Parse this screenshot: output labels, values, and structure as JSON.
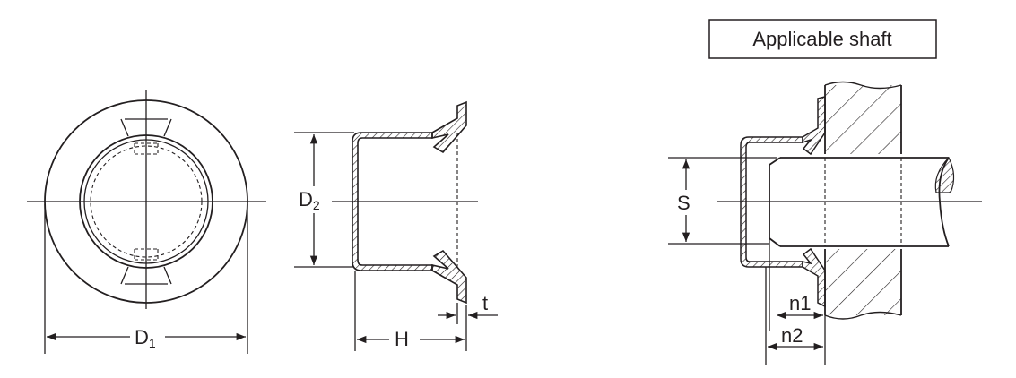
{
  "labels": {
    "d1": "D",
    "d1_sub": "1",
    "d2": "D",
    "d2_sub": "2",
    "h": "H",
    "t": "t",
    "s": "S",
    "n1": "n1",
    "n2": "n2"
  },
  "title_box": {
    "text": "Applicable shaft"
  }
}
